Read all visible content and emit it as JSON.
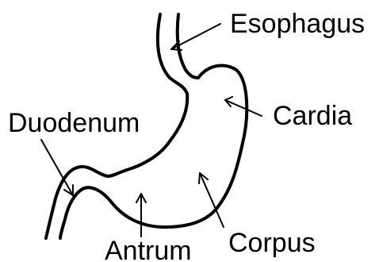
{
  "labels": {
    "esophagus": "Esophagus",
    "cardia": "Cardia",
    "duodenum": "Duodenum",
    "antrum": "Antrum",
    "corpus": "Corpus"
  },
  "colors": {
    "outline": "#000000",
    "background": "#ffffff"
  }
}
